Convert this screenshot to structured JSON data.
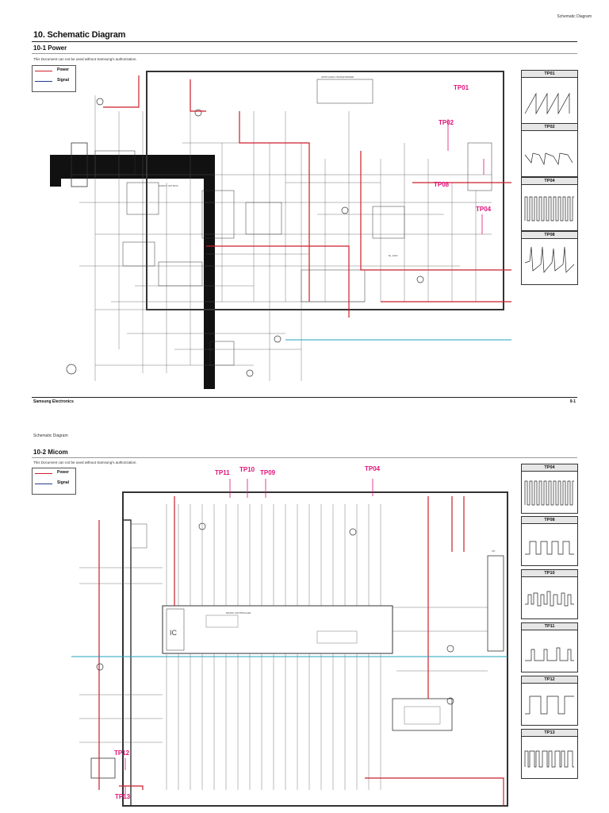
{
  "header": {
    "right": "Schematic Diagram",
    "left_page2": "Schematic Diagram"
  },
  "section": {
    "title": "10. Schematic Diagram"
  },
  "power": {
    "subtitle": "10-1 Power",
    "notice": "This Document can not be used without Samsung's authorization.",
    "legend": {
      "power": "Power",
      "signal": "Signal"
    },
    "testpoints": [
      "TP01",
      "TP02",
      "TP08",
      "TP04"
    ],
    "waveforms": [
      {
        "label": "TP01"
      },
      {
        "label": "TP02"
      },
      {
        "label": "TP04"
      },
      {
        "label": "TP08"
      }
    ]
  },
  "footer": {
    "left": "Samsung Electronics",
    "right": "9-1"
  },
  "micom": {
    "subtitle": "10-2 Micom",
    "notice": "This Document can not be used without Samsung's authorization.",
    "legend": {
      "power": "Power",
      "signal": "Signal"
    },
    "testpoints": [
      "TP11",
      "TP10",
      "TP09",
      "TP04",
      "TP12",
      "TP13"
    ],
    "waveforms": [
      {
        "label": "TP04"
      },
      {
        "label": "TP08"
      },
      {
        "label": "TP10"
      },
      {
        "label": "TP11"
      },
      {
        "label": "TP12"
      },
      {
        "label": "TP13"
      }
    ]
  },
  "colors": {
    "power_line": "#cc1f2a",
    "signal_line": "#2b3a8c",
    "testpoint": "#e0147a",
    "teal_line": "#1fa3b8"
  }
}
